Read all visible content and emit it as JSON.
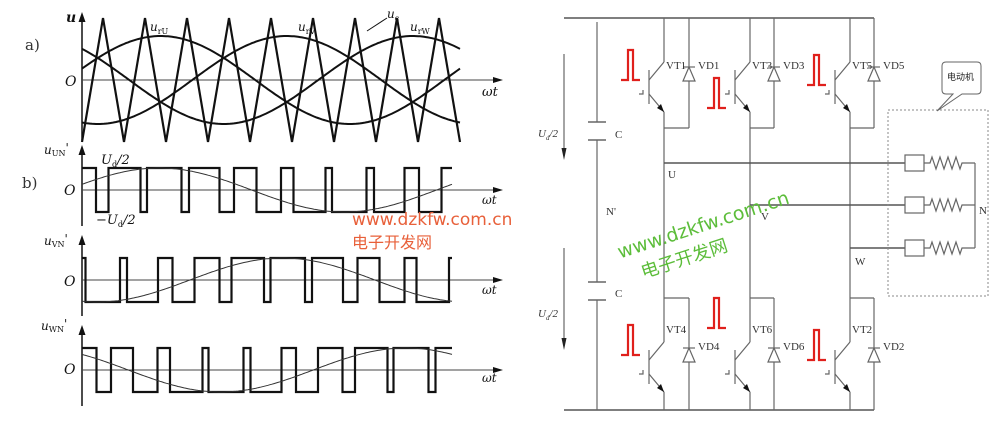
{
  "left_figure": {
    "panel_a": {
      "label": "a)",
      "y_axis": "u",
      "origin": "O",
      "x_axis": "ωt",
      "curves": [
        {
          "name": "u_rU",
          "label_main": "u",
          "label_sub": "rU"
        },
        {
          "name": "u_rV",
          "label_main": "u",
          "label_sub": "rV"
        },
        {
          "name": "u_rW",
          "label_main": "u",
          "label_sub": "rW"
        },
        {
          "name": "u_c",
          "label_main": "u",
          "label_sub": "c"
        }
      ],
      "carrier_periods": 9
    },
    "panel_b": {
      "label": "b)",
      "plots": [
        {
          "name": "u_UN'",
          "label_main": "u",
          "label_sub": "UN",
          "prime": "'",
          "origin": "O",
          "x_axis": "ωt",
          "top_label": "U",
          "top_sub": "d",
          "top_suffix": "/2",
          "bot_label": "−U",
          "bot_sub": "d",
          "bot_suffix": "/2",
          "phase_deg": 0
        },
        {
          "name": "u_VN'",
          "label_main": "u",
          "label_sub": "VN",
          "prime": "'",
          "origin": "O",
          "x_axis": "ωt",
          "phase_deg": -120
        },
        {
          "name": "u_WN'",
          "label_main": "u",
          "label_sub": "WN",
          "prime": "'",
          "origin": "O",
          "x_axis": "ωt",
          "phase_deg": 120
        }
      ]
    }
  },
  "circuit": {
    "dc_labels": [
      {
        "main": "U",
        "sub": "d",
        "suffix": "/2"
      },
      {
        "main": "U",
        "sub": "d",
        "suffix": "/2"
      }
    ],
    "capacitors": [
      "C",
      "C"
    ],
    "neutral": "N'",
    "phases": [
      "U",
      "V",
      "W"
    ],
    "transistors_top": [
      "VT1",
      "VT3",
      "VT5"
    ],
    "diodes_top": [
      "VD1",
      "VD3",
      "VD5"
    ],
    "transistors_bottom": [
      "VT4",
      "VT6",
      "VT2"
    ],
    "diodes_bottom": [
      "VD4",
      "VD6",
      "VD2"
    ],
    "motor_label": "电动机",
    "motor_neutral": "N",
    "pulse_color": "#e0201c"
  },
  "watermarks": {
    "left": {
      "url": "www.dzkfw.com.cn",
      "name": "电子开发网",
      "color": "#e8603a"
    },
    "right": {
      "url": "www.dzkfw.com.cn",
      "name": "电子开发网",
      "color": "#5cbd3a"
    }
  }
}
